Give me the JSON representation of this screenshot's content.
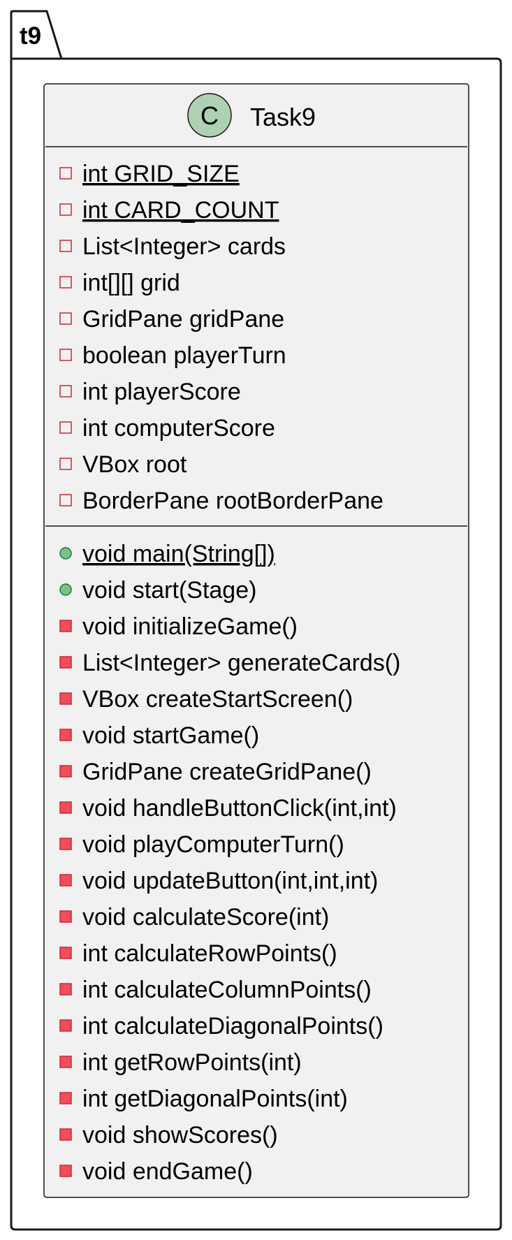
{
  "package": {
    "name": "t9"
  },
  "class": {
    "stereotype_letter": "C",
    "name": "Task9",
    "fields": [
      {
        "text": "int GRID_SIZE",
        "visibility": "private",
        "static": true
      },
      {
        "text": "int CARD_COUNT",
        "visibility": "private",
        "static": true
      },
      {
        "text": "List<Integer> cards",
        "visibility": "private",
        "static": false
      },
      {
        "text": "int[][] grid",
        "visibility": "private",
        "static": false
      },
      {
        "text": "GridPane gridPane",
        "visibility": "private",
        "static": false
      },
      {
        "text": "boolean playerTurn",
        "visibility": "private",
        "static": false
      },
      {
        "text": "int playerScore",
        "visibility": "private",
        "static": false
      },
      {
        "text": "int computerScore",
        "visibility": "private",
        "static": false
      },
      {
        "text": "VBox root",
        "visibility": "private",
        "static": false
      },
      {
        "text": "BorderPane rootBorderPane",
        "visibility": "private",
        "static": false
      }
    ],
    "methods": [
      {
        "text": "void main(String[])",
        "visibility": "public",
        "static": true
      },
      {
        "text": "void start(Stage)",
        "visibility": "public",
        "static": false
      },
      {
        "text": "void initializeGame()",
        "visibility": "private",
        "static": false
      },
      {
        "text": "List<Integer> generateCards()",
        "visibility": "private",
        "static": false
      },
      {
        "text": "VBox createStartScreen()",
        "visibility": "private",
        "static": false
      },
      {
        "text": "void startGame()",
        "visibility": "private",
        "static": false
      },
      {
        "text": "GridPane createGridPane()",
        "visibility": "private",
        "static": false
      },
      {
        "text": "void handleButtonClick(int,int)",
        "visibility": "private",
        "static": false
      },
      {
        "text": "void playComputerTurn()",
        "visibility": "private",
        "static": false
      },
      {
        "text": "void updateButton(int,int,int)",
        "visibility": "private",
        "static": false
      },
      {
        "text": "void calculateScore(int)",
        "visibility": "private",
        "static": false
      },
      {
        "text": "int calculateRowPoints()",
        "visibility": "private",
        "static": false
      },
      {
        "text": "int calculateColumnPoints()",
        "visibility": "private",
        "static": false
      },
      {
        "text": "int calculateDiagonalPoints()",
        "visibility": "private",
        "static": false
      },
      {
        "text": "int getRowPoints(int)",
        "visibility": "private",
        "static": false
      },
      {
        "text": "int getDiagonalPoints(int)",
        "visibility": "private",
        "static": false
      },
      {
        "text": "void showScores()",
        "visibility": "private",
        "static": false
      },
      {
        "text": "void endGame()",
        "visibility": "private",
        "static": false
      }
    ]
  },
  "colors": {
    "class_fill": "#F1F1F1",
    "circle_fill": "#ADD1B2",
    "private_field_stroke": "#C82930",
    "private_method_fill": "#F24D5C",
    "public_fill": "#84BE84",
    "public_stroke": "#038048"
  }
}
